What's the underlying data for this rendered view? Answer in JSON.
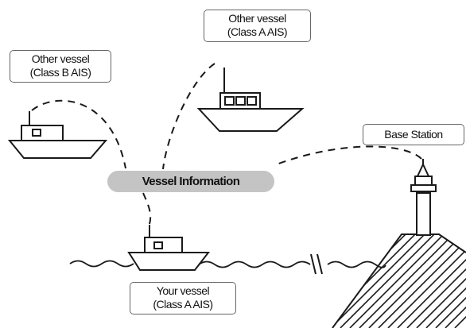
{
  "labels": {
    "other_vessel_class_b": {
      "line1": "Other vessel",
      "line2": "(Class B AIS)"
    },
    "other_vessel_class_a": {
      "line1": "Other vessel",
      "line2": "(Class A AIS)"
    },
    "base_station": "Base Station",
    "your_vessel": {
      "line1": "Your vessel",
      "line2": "(Class A AIS)"
    },
    "vessel_information": "Vessel Information"
  },
  "colors": {
    "line": "#1a1a1a",
    "label_border": "#666666",
    "pill_fill": "#c4c4c4",
    "background": "#ffffff"
  },
  "icons": [
    "ship-icon",
    "lighthouse-icon",
    "cliff-icon",
    "waves-icon",
    "break-mark-icon"
  ]
}
